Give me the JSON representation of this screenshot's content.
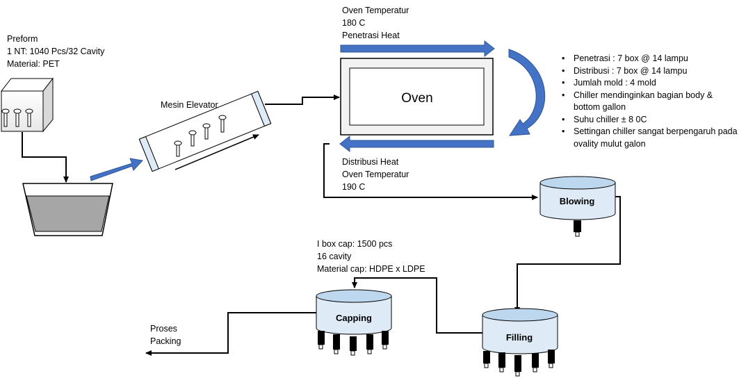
{
  "preform": {
    "title": "Preform",
    "line1": "1 NT: 1040 Pcs/32 Cavity",
    "line2": "Material: PET"
  },
  "elevator": {
    "label": "Mesin Elevator"
  },
  "oven": {
    "label": "Oven",
    "top_temp_label": "Oven Temperatur",
    "top_temp_value": "180 C",
    "top_flow_label": "Penetrasi Heat",
    "bottom_flow_label": "Distribusi Heat",
    "bottom_temp_label": "Oven Temperatur",
    "bottom_temp_value": "190 C"
  },
  "notes": [
    "Penetrasi : 7 box @ 14 lampu",
    "Distribusi : 7 box @ 14 lampu",
    "Jumlah mold : 4 mold",
    "Chiller mendinginkan bagian body & bottom gallon",
    "Suhu chiller ± 8 0C",
    "Settingan chiller sangat berpengaruh pada ovality mulut galon"
  ],
  "blowing": {
    "label": "Blowing"
  },
  "filling": {
    "label": "Filling"
  },
  "capping": {
    "label": "Capping"
  },
  "cap_info": {
    "line1": "I box cap: 1500 pcs",
    "line2": "16 cavity",
    "line3": "Material cap: HDPE x LDPE"
  },
  "output": {
    "line1": "Proses",
    "line2": "Packing"
  },
  "colors": {
    "arrow_blue": "#4472C4",
    "arrow_blue_dark": "#2F5597",
    "machine_top": "#BDD7EE",
    "machine_body": "#DEEBF7",
    "hopper_fill": "#A6A6A6",
    "box_fill": "#F2F2F2"
  }
}
